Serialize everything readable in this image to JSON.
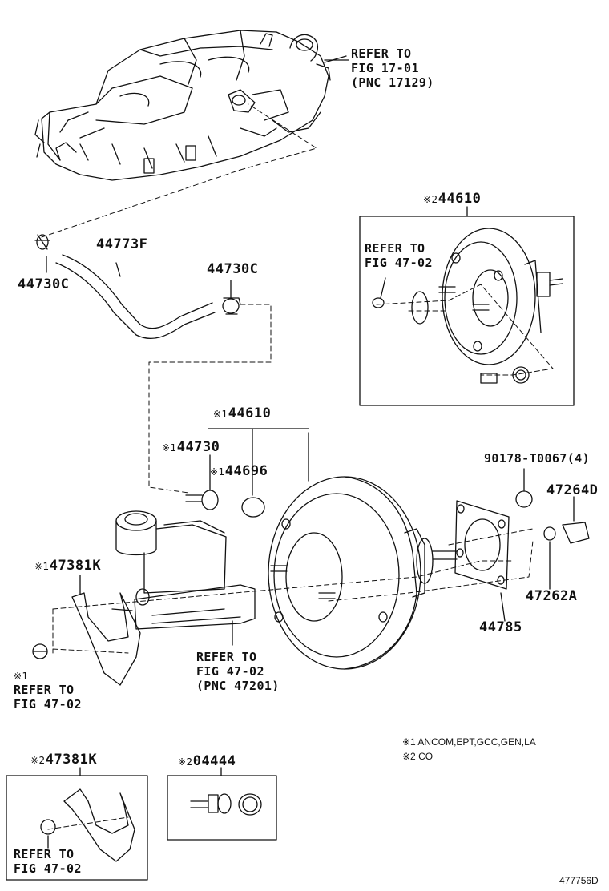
{
  "diagram_id": "477756D",
  "mark_1": "※1",
  "mark_2": "※2",
  "parts": {
    "p44773F": "44773F",
    "p44730C_left": "44730C",
    "p44730C_right": "44730C",
    "p44610_co": "44610",
    "p44610_main": "44610",
    "p44730": "44730",
    "p44696": "44696",
    "p90178": "90178-T0067(4)",
    "p47264D": "47264D",
    "p47381K": "47381K",
    "p47262A": "47262A",
    "p44785": "44785",
    "p47381K_co": "47381K",
    "p04444": "04444"
  },
  "refs": {
    "manifold": {
      "l1": "REFER TO",
      "l2": "FIG 17-01",
      "l3": "(PNC 17129)"
    },
    "booster_co": {
      "l1": "REFER TO",
      "l2": "FIG 47-02"
    },
    "master_cyl": {
      "l1": "REFER TO",
      "l2": "FIG 47-02",
      "l3": "(PNC 47201)"
    },
    "left_nut": {
      "l1": "REFER TO",
      "l2": "FIG 47-02"
    },
    "bottom_box": {
      "l1": "REFER TO",
      "l2": "FIG 47-02"
    }
  },
  "notes": {
    "n1": "※1 ANCOM,EPT,GCC,GEN,LA",
    "n2": "※2 CO"
  }
}
